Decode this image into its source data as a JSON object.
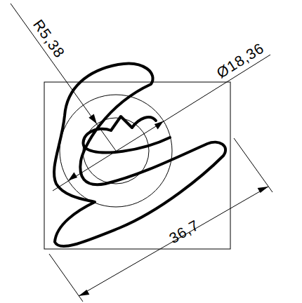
{
  "diagram": {
    "labels": [
      "R5,38",
      "Ø18,36",
      "36,7"
    ]
  }
}
